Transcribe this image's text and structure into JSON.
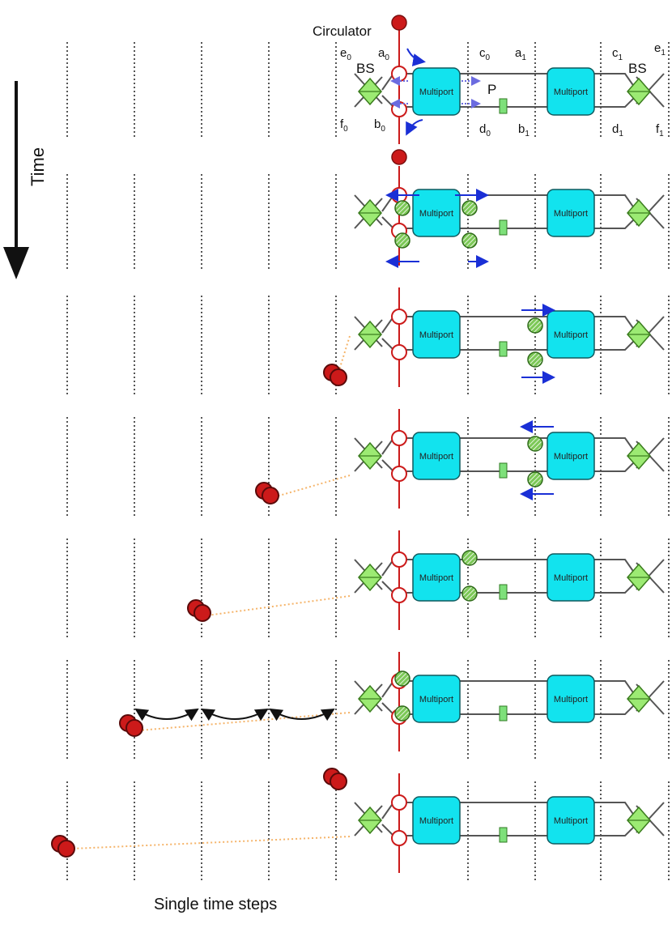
{
  "labels": {
    "circulator": "Circulator",
    "time": "Time",
    "single_time_steps": "Single time steps",
    "multiport": "Multiport",
    "bs_left": "BS",
    "bs_right": "BS",
    "phase": "P",
    "ports": {
      "e0": "e",
      "e0_sub": "0",
      "a0": "a",
      "a0_sub": "0",
      "c0": "c",
      "c0_sub": "0",
      "a1": "a",
      "a1_sub": "1",
      "c1": "c",
      "c1_sub": "1",
      "e1": "e",
      "e1_sub": "1",
      "f0": "f",
      "f0_sub": "0",
      "b0": "b",
      "b0_sub": "0",
      "d0": "d",
      "d0_sub": "0",
      "b1": "b",
      "b1_sub": "1",
      "d1": "d",
      "d1_sub": "1",
      "f1": "f",
      "f1_sub": "1"
    }
  },
  "colors": {
    "multiport": "#12e3ee",
    "bs": "#9cea73",
    "photon": "#cc1a1a",
    "arrow": "#1a2fd6",
    "dotted_arrow": "#6b6be0",
    "trace": "#f5b46a",
    "grid": "#555555",
    "waveguide": "#555555"
  },
  "rows": [
    {
      "id": "row-1",
      "state": "incoming-photon"
    },
    {
      "id": "row-2",
      "state": "split-at-multiport-0"
    },
    {
      "id": "row-3",
      "state": "travel-to-multiport-1"
    },
    {
      "id": "row-4",
      "state": "reflect-back"
    },
    {
      "id": "row-5",
      "state": "return-to-multiport-0"
    },
    {
      "id": "row-6",
      "state": "back-at-circulator"
    },
    {
      "id": "row-7",
      "state": "emitted"
    }
  ]
}
